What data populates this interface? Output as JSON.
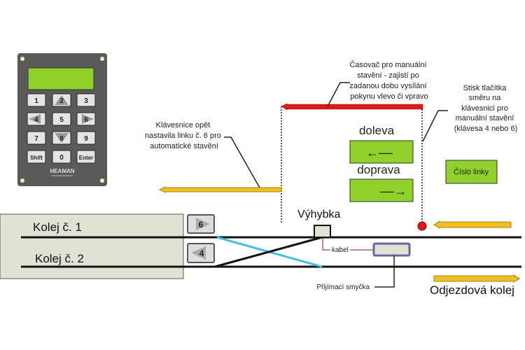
{
  "keypad": {
    "keys": [
      "1",
      "2",
      "3",
      "4",
      "5",
      "6",
      "7",
      "8",
      "9",
      "Shift",
      "0",
      "Enter"
    ],
    "logo": "HEAMAN",
    "colors": {
      "body": "#5a5a58",
      "display": "#8fd12a",
      "key": "#e4e4e2"
    }
  },
  "timer_note": {
    "lines": [
      "Časovač pro manuální",
      "stavění - zajistí po",
      "zadanou dobu vysílání",
      "pokynu vlevo či vpravo"
    ]
  },
  "press_note": {
    "lines": [
      "Stisk tlačítka",
      "směru na",
      "klávesnici pro",
      "manuální stavění",
      "(klávesa 4 nebo 6)"
    ]
  },
  "auto_note": {
    "lines": [
      "Klávesnice opět",
      "nastavila linku č. 6 pro",
      "automatické stavění"
    ]
  },
  "direction_left": {
    "label": "doleva",
    "arrow": "←––"
  },
  "direction_right": {
    "label": "doprava",
    "arrow": "––→"
  },
  "line_number_box": {
    "label": "Číslo linky"
  },
  "tracks": {
    "track1": "Kolej č. 1",
    "track2": "Kolej č. 2",
    "key6": "6",
    "key4": "4"
  },
  "switch": {
    "label": "Výhybka"
  },
  "cable": {
    "label": "kabel"
  },
  "loop": {
    "label": "Přijímací smyčka"
  },
  "departure": {
    "label": "Odjezdová kolej"
  },
  "colors": {
    "timer_arrow": "#dd1a1a",
    "yellow_arrow": "#f0c020",
    "green_box": "#8fd12a",
    "crossing_line": "#44c0e0",
    "loop_border": "#6a64a0",
    "track_area": "#dfe2d4"
  }
}
